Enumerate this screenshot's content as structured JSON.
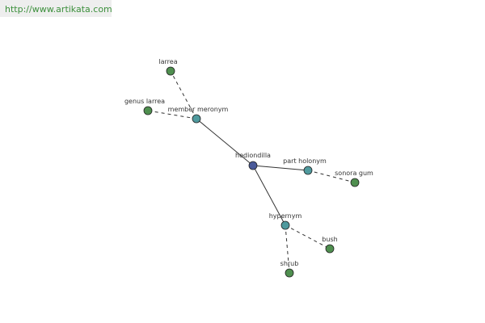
{
  "header": {
    "url": "http://www.artikata.com"
  },
  "graph": {
    "colors": {
      "root": "#4a5a9a",
      "relation": "#4f9a9e",
      "leaf": "#4f8f4f",
      "edge": "#333333"
    },
    "nodes": [
      {
        "id": "hediondilla",
        "label": "hediondilla",
        "kind": "root"
      },
      {
        "id": "member-meronym",
        "label": "member meronym",
        "kind": "relation"
      },
      {
        "id": "part-holonym",
        "label": "part holonym",
        "kind": "relation"
      },
      {
        "id": "hypernym",
        "label": "hypernym",
        "kind": "relation"
      },
      {
        "id": "larrea",
        "label": "larrea",
        "kind": "leaf"
      },
      {
        "id": "genus-larrea",
        "label": "genus larrea",
        "kind": "leaf"
      },
      {
        "id": "sonora-gum",
        "label": "sonora gum",
        "kind": "leaf"
      },
      {
        "id": "bush",
        "label": "bush",
        "kind": "leaf"
      },
      {
        "id": "shrub",
        "label": "shrub",
        "kind": "leaf"
      }
    ],
    "edges": [
      {
        "from": "hediondilla",
        "to": "member-meronym",
        "style": "solid"
      },
      {
        "from": "hediondilla",
        "to": "part-holonym",
        "style": "solid"
      },
      {
        "from": "hediondilla",
        "to": "hypernym",
        "style": "solid"
      },
      {
        "from": "member-meronym",
        "to": "larrea",
        "style": "dashed"
      },
      {
        "from": "member-meronym",
        "to": "genus-larrea",
        "style": "dashed"
      },
      {
        "from": "part-holonym",
        "to": "sonora-gum",
        "style": "dashed"
      },
      {
        "from": "hypernym",
        "to": "bush",
        "style": "dashed"
      },
      {
        "from": "hypernym",
        "to": "shrub",
        "style": "dashed"
      }
    ]
  }
}
